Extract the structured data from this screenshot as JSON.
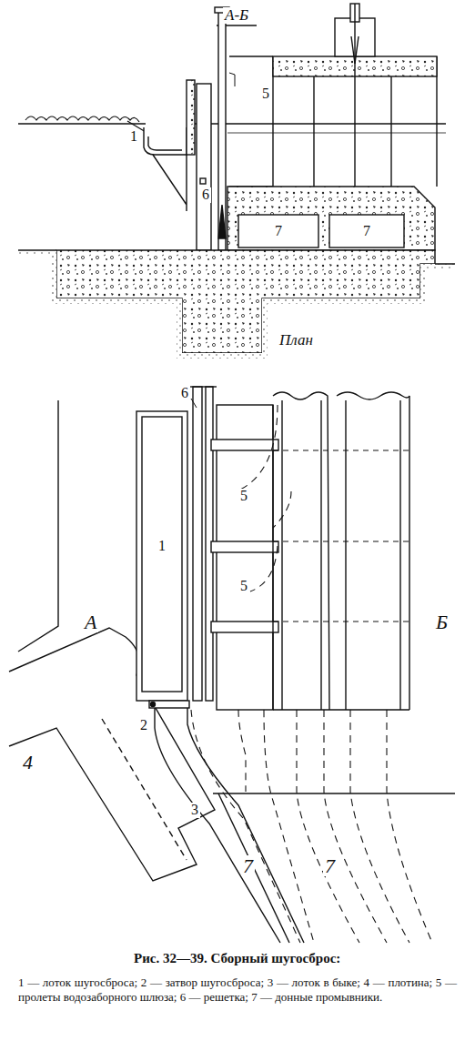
{
  "diagram": {
    "caption": "Рис. 32—39. Сборный шугосброс:",
    "labels": [
      "А-Б",
      "1",
      "6",
      "5",
      "7",
      "7",
      "План",
      "6",
      "1",
      "5",
      "5",
      "А",
      "Б",
      "2",
      "4",
      "3",
      "7",
      "7",
      "1 — лоток шугосброса; 2 — затвор шугосброса; 3 — лоток в быке; 4 — плотина; 5 — пролеты водозаборного шлюза; 6 — решетка; 7 — донные промывники."
    ]
  }
}
